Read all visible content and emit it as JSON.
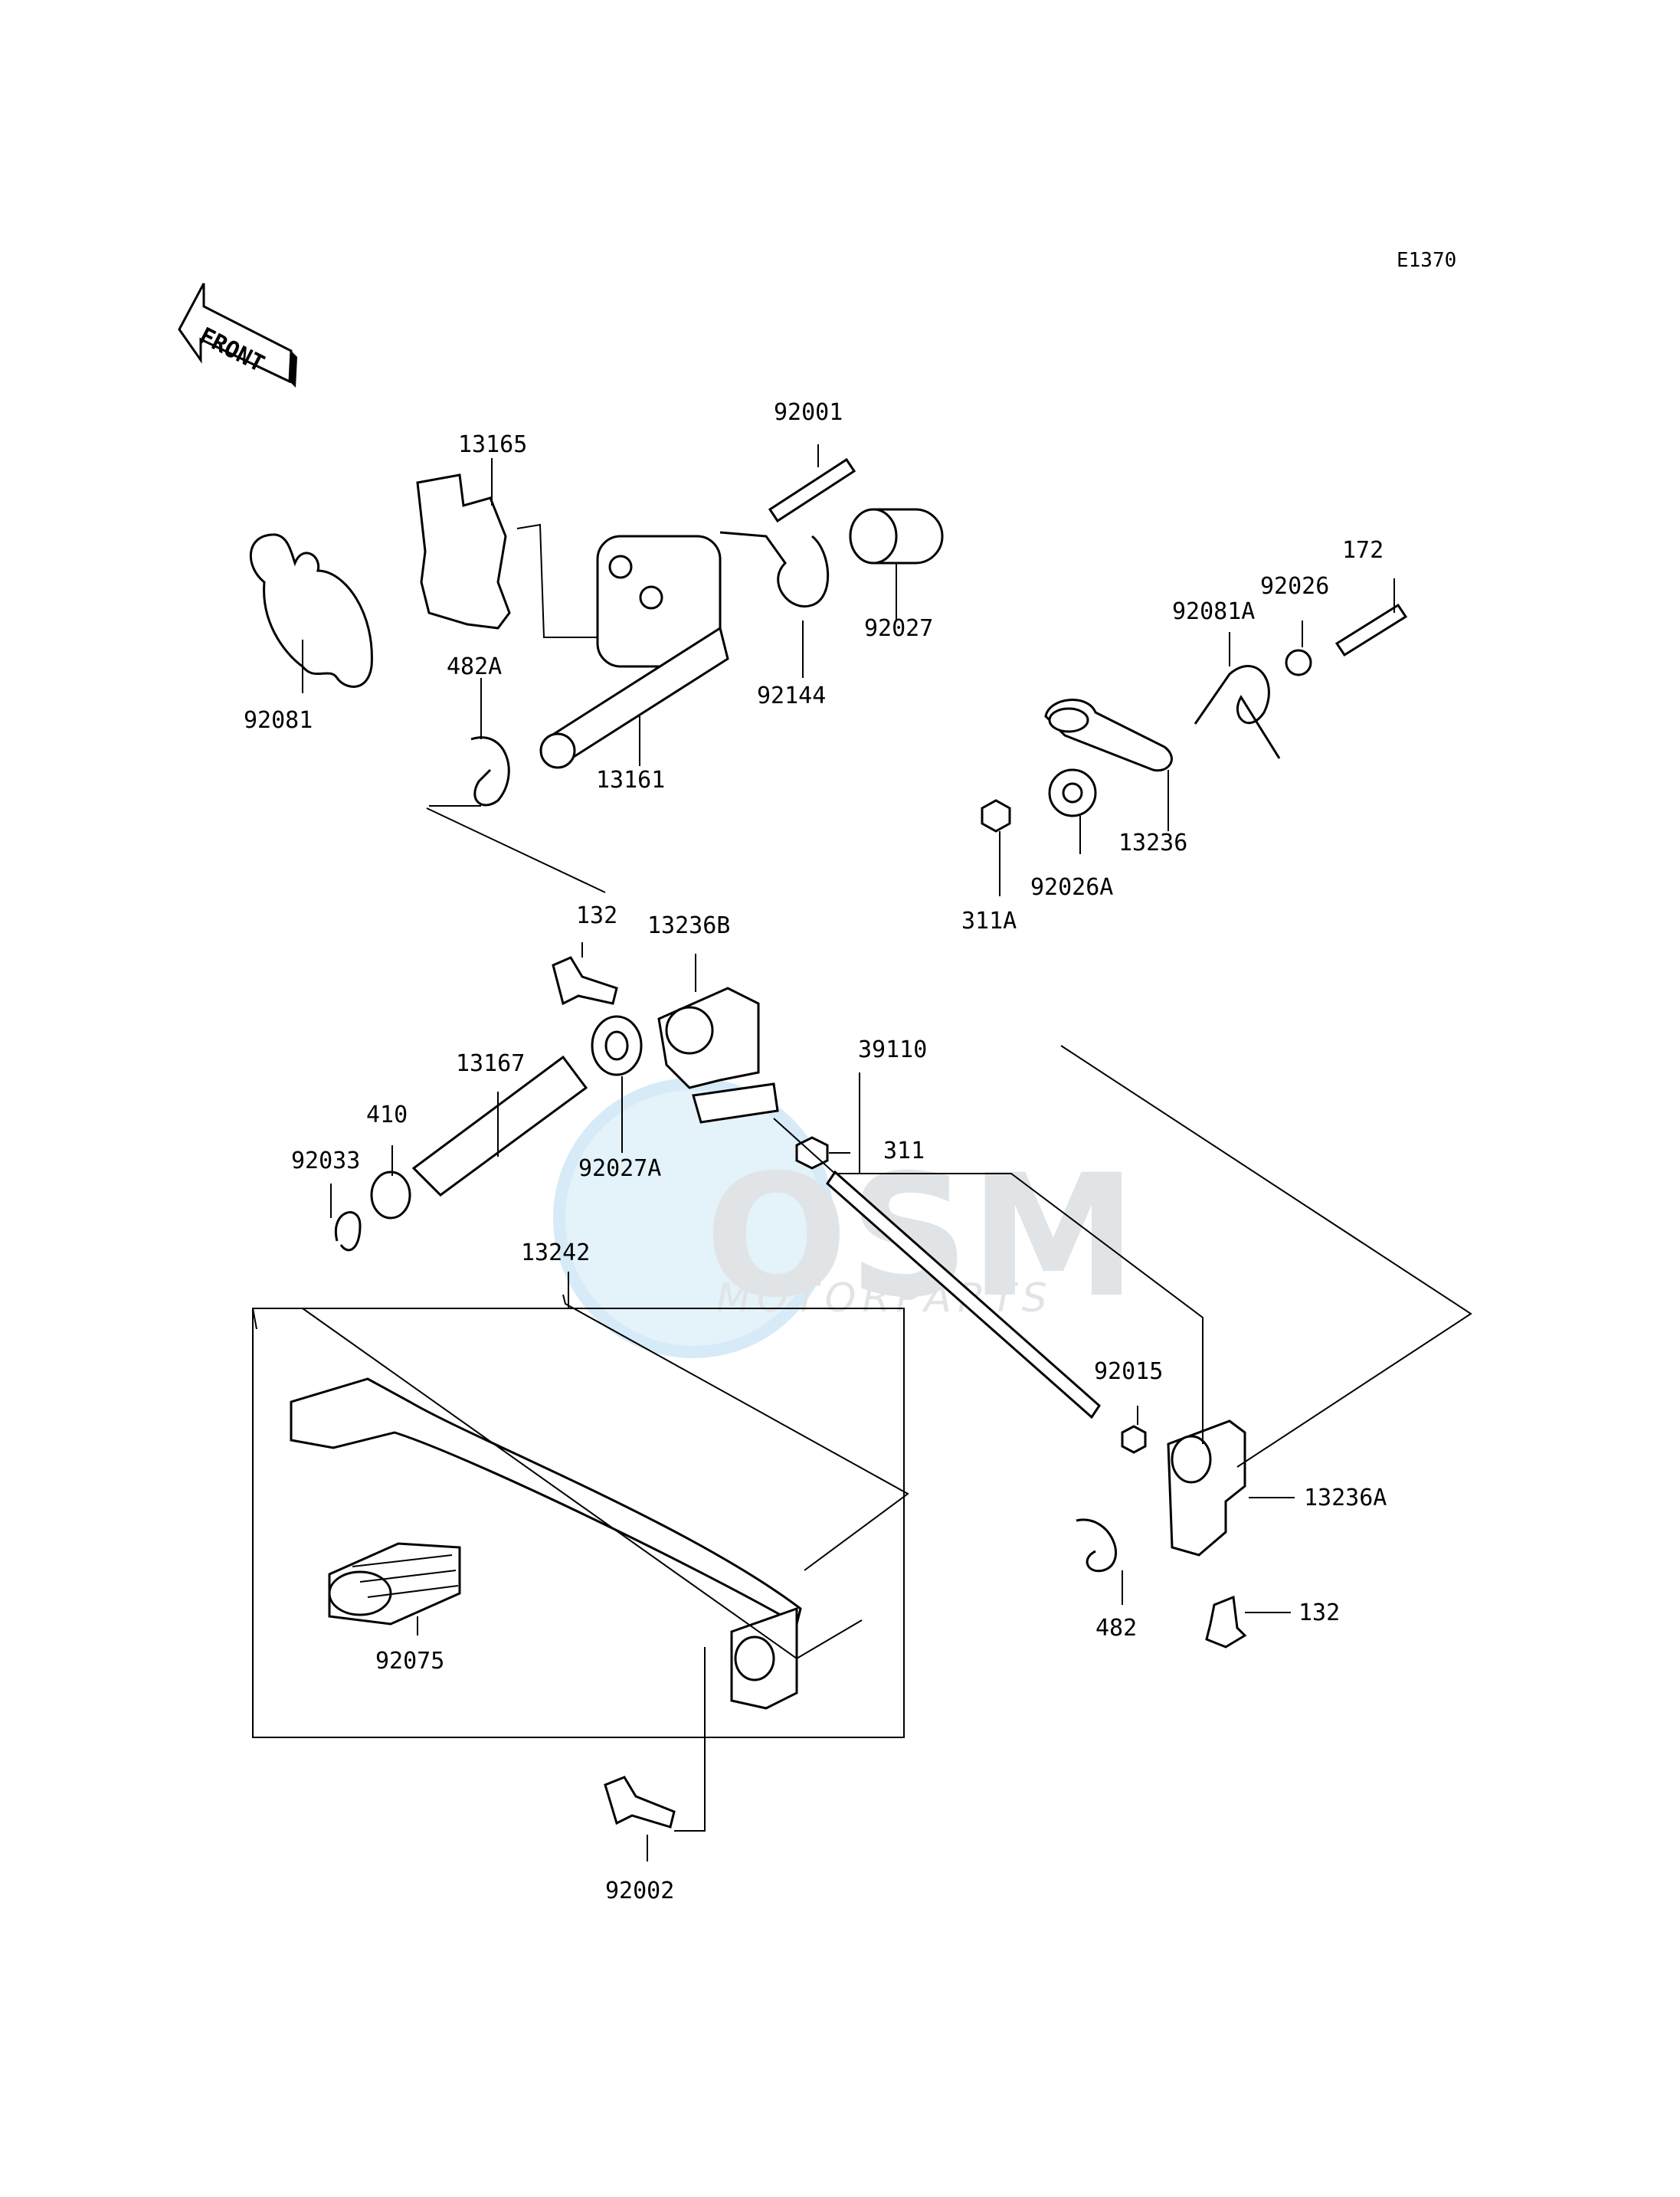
{
  "diagram_code": "E1370",
  "front_label": "FRONT",
  "watermark": {
    "brand": "OSM",
    "sub": "MOTORPARTS"
  },
  "parts": {
    "p92001": "92001",
    "p13165": "13165",
    "p92081": "92081",
    "p482A": "482A",
    "p13161": "13161",
    "p92144": "92144",
    "p92027": "92027",
    "p172": "172",
    "p92026": "92026",
    "p92081A": "92081A",
    "p13236": "13236",
    "p92026A": "92026A",
    "p311A": "311A",
    "p132_top": "132",
    "p13236B": "13236B",
    "p39110": "39110",
    "p13167": "13167",
    "p410": "410",
    "p92033": "92033",
    "p92027A": "92027A",
    "p311": "311",
    "p13242": "13242",
    "p92015": "92015",
    "p13236A": "13236A",
    "p482": "482",
    "p132_bottom": "132",
    "p92075": "92075",
    "p92002": "92002"
  }
}
